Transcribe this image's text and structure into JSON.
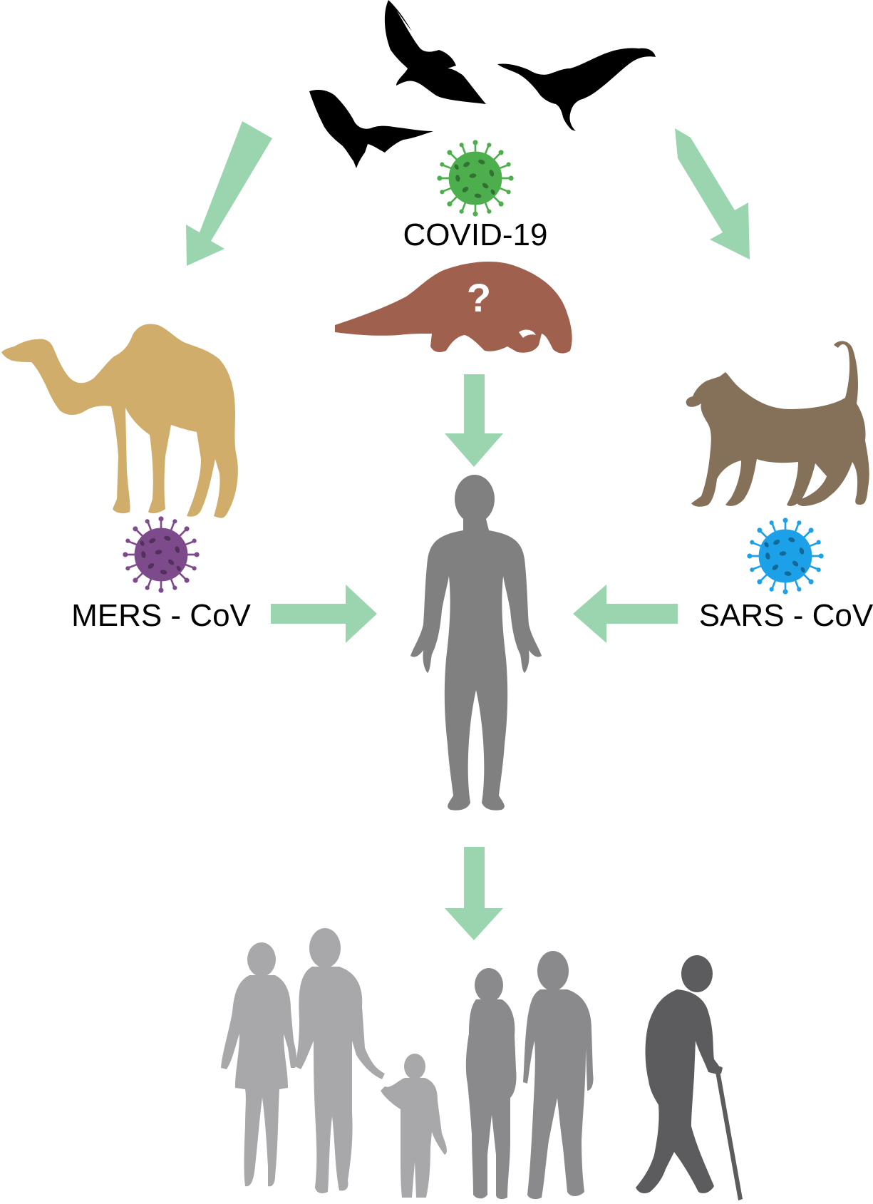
{
  "labels": {
    "covid": "COVID-19",
    "mers": "MERS - CoV",
    "sars": "SARS - CoV",
    "pangolin_mark": "?"
  },
  "nodes": {
    "bats": {
      "icon": "bat-silhouette-icon",
      "color": "#000000"
    },
    "pangolin": {
      "icon": "pangolin-silhouette-icon",
      "color": "#a0604e"
    },
    "camel": {
      "icon": "camel-silhouette-icon",
      "color": "#d1ad6b"
    },
    "cat": {
      "icon": "cat-silhouette-icon",
      "color": "#85715a"
    },
    "human": {
      "icon": "human-silhouette-icon",
      "color": "#808080"
    },
    "population": {
      "icon": "people-group-icon",
      "colors": [
        "#a8a8aa",
        "#8a8a8c",
        "#5c5c5e"
      ]
    }
  },
  "viruses": {
    "covid": {
      "icon": "virus-icon",
      "color": "#4cae4c"
    },
    "mers": {
      "icon": "virus-icon",
      "color": "#7d4a8c"
    },
    "sars": {
      "icon": "virus-icon",
      "color": "#1ca0e8"
    }
  },
  "arrows": {
    "color": "#9bd5b0"
  }
}
